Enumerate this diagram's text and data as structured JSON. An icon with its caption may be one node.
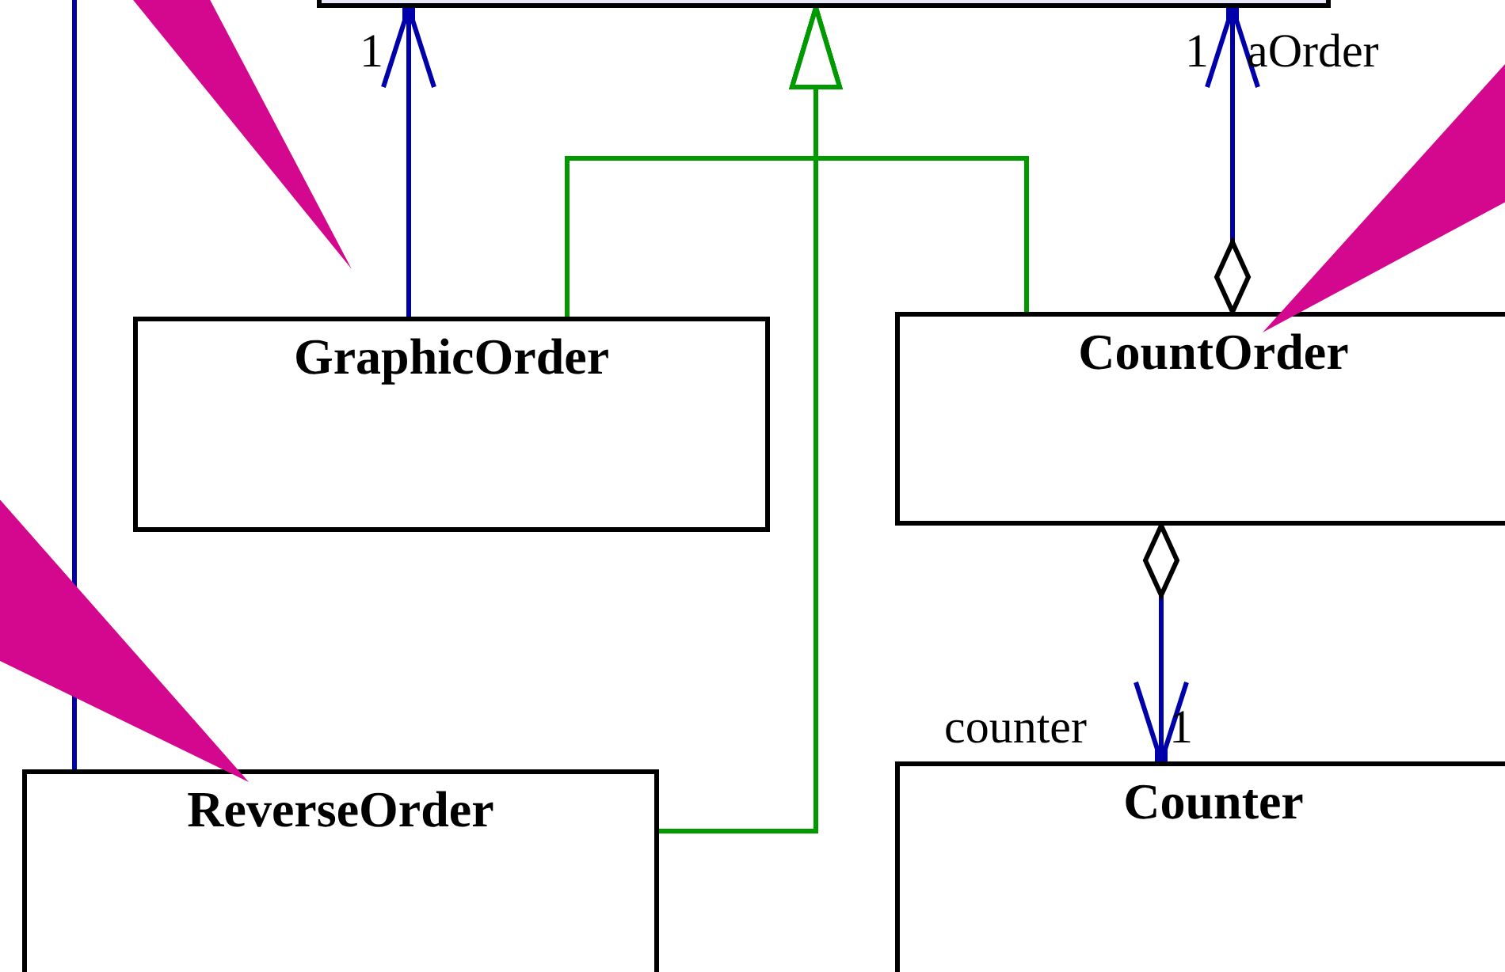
{
  "diagram": {
    "nodes": [
      {
        "text": [],
        "shape": "box"
      },
      {
        "text": [
          "GraphicOrder"
        ]
      },
      {
        "text": [
          "CountOrder"
        ]
      },
      {
        "text": [
          "ReverseOrder"
        ]
      },
      {
        "text": [
          "Counter"
        ]
      },
      {
        "text": [],
        "shape": "wedge"
      },
      {
        "text": [],
        "shape": "wedge"
      },
      {
        "text": [],
        "shape": "wedge"
      }
    ],
    "edges": [
      {
        "from": 1,
        "to": 0,
        "arrow": "to",
        "label": "1"
      },
      {
        "from": 3,
        "to": null,
        "arrow": "none"
      },
      {
        "from": 1,
        "to": 0,
        "arrow": "to",
        "color": "#009900"
      },
      {
        "from": 2,
        "to": 0,
        "arrow": "to",
        "color": "#009900"
      },
      {
        "from": 3,
        "to": 0,
        "arrow": "to",
        "color": "#009900"
      },
      {
        "from": 2,
        "to": 0,
        "arrow": "to",
        "label": "aOrder"
      },
      {
        "from": 2,
        "to": 4,
        "arrow": "to",
        "label": "counter"
      }
    ],
    "labels": [
      "1",
      "1"
    ]
  }
}
